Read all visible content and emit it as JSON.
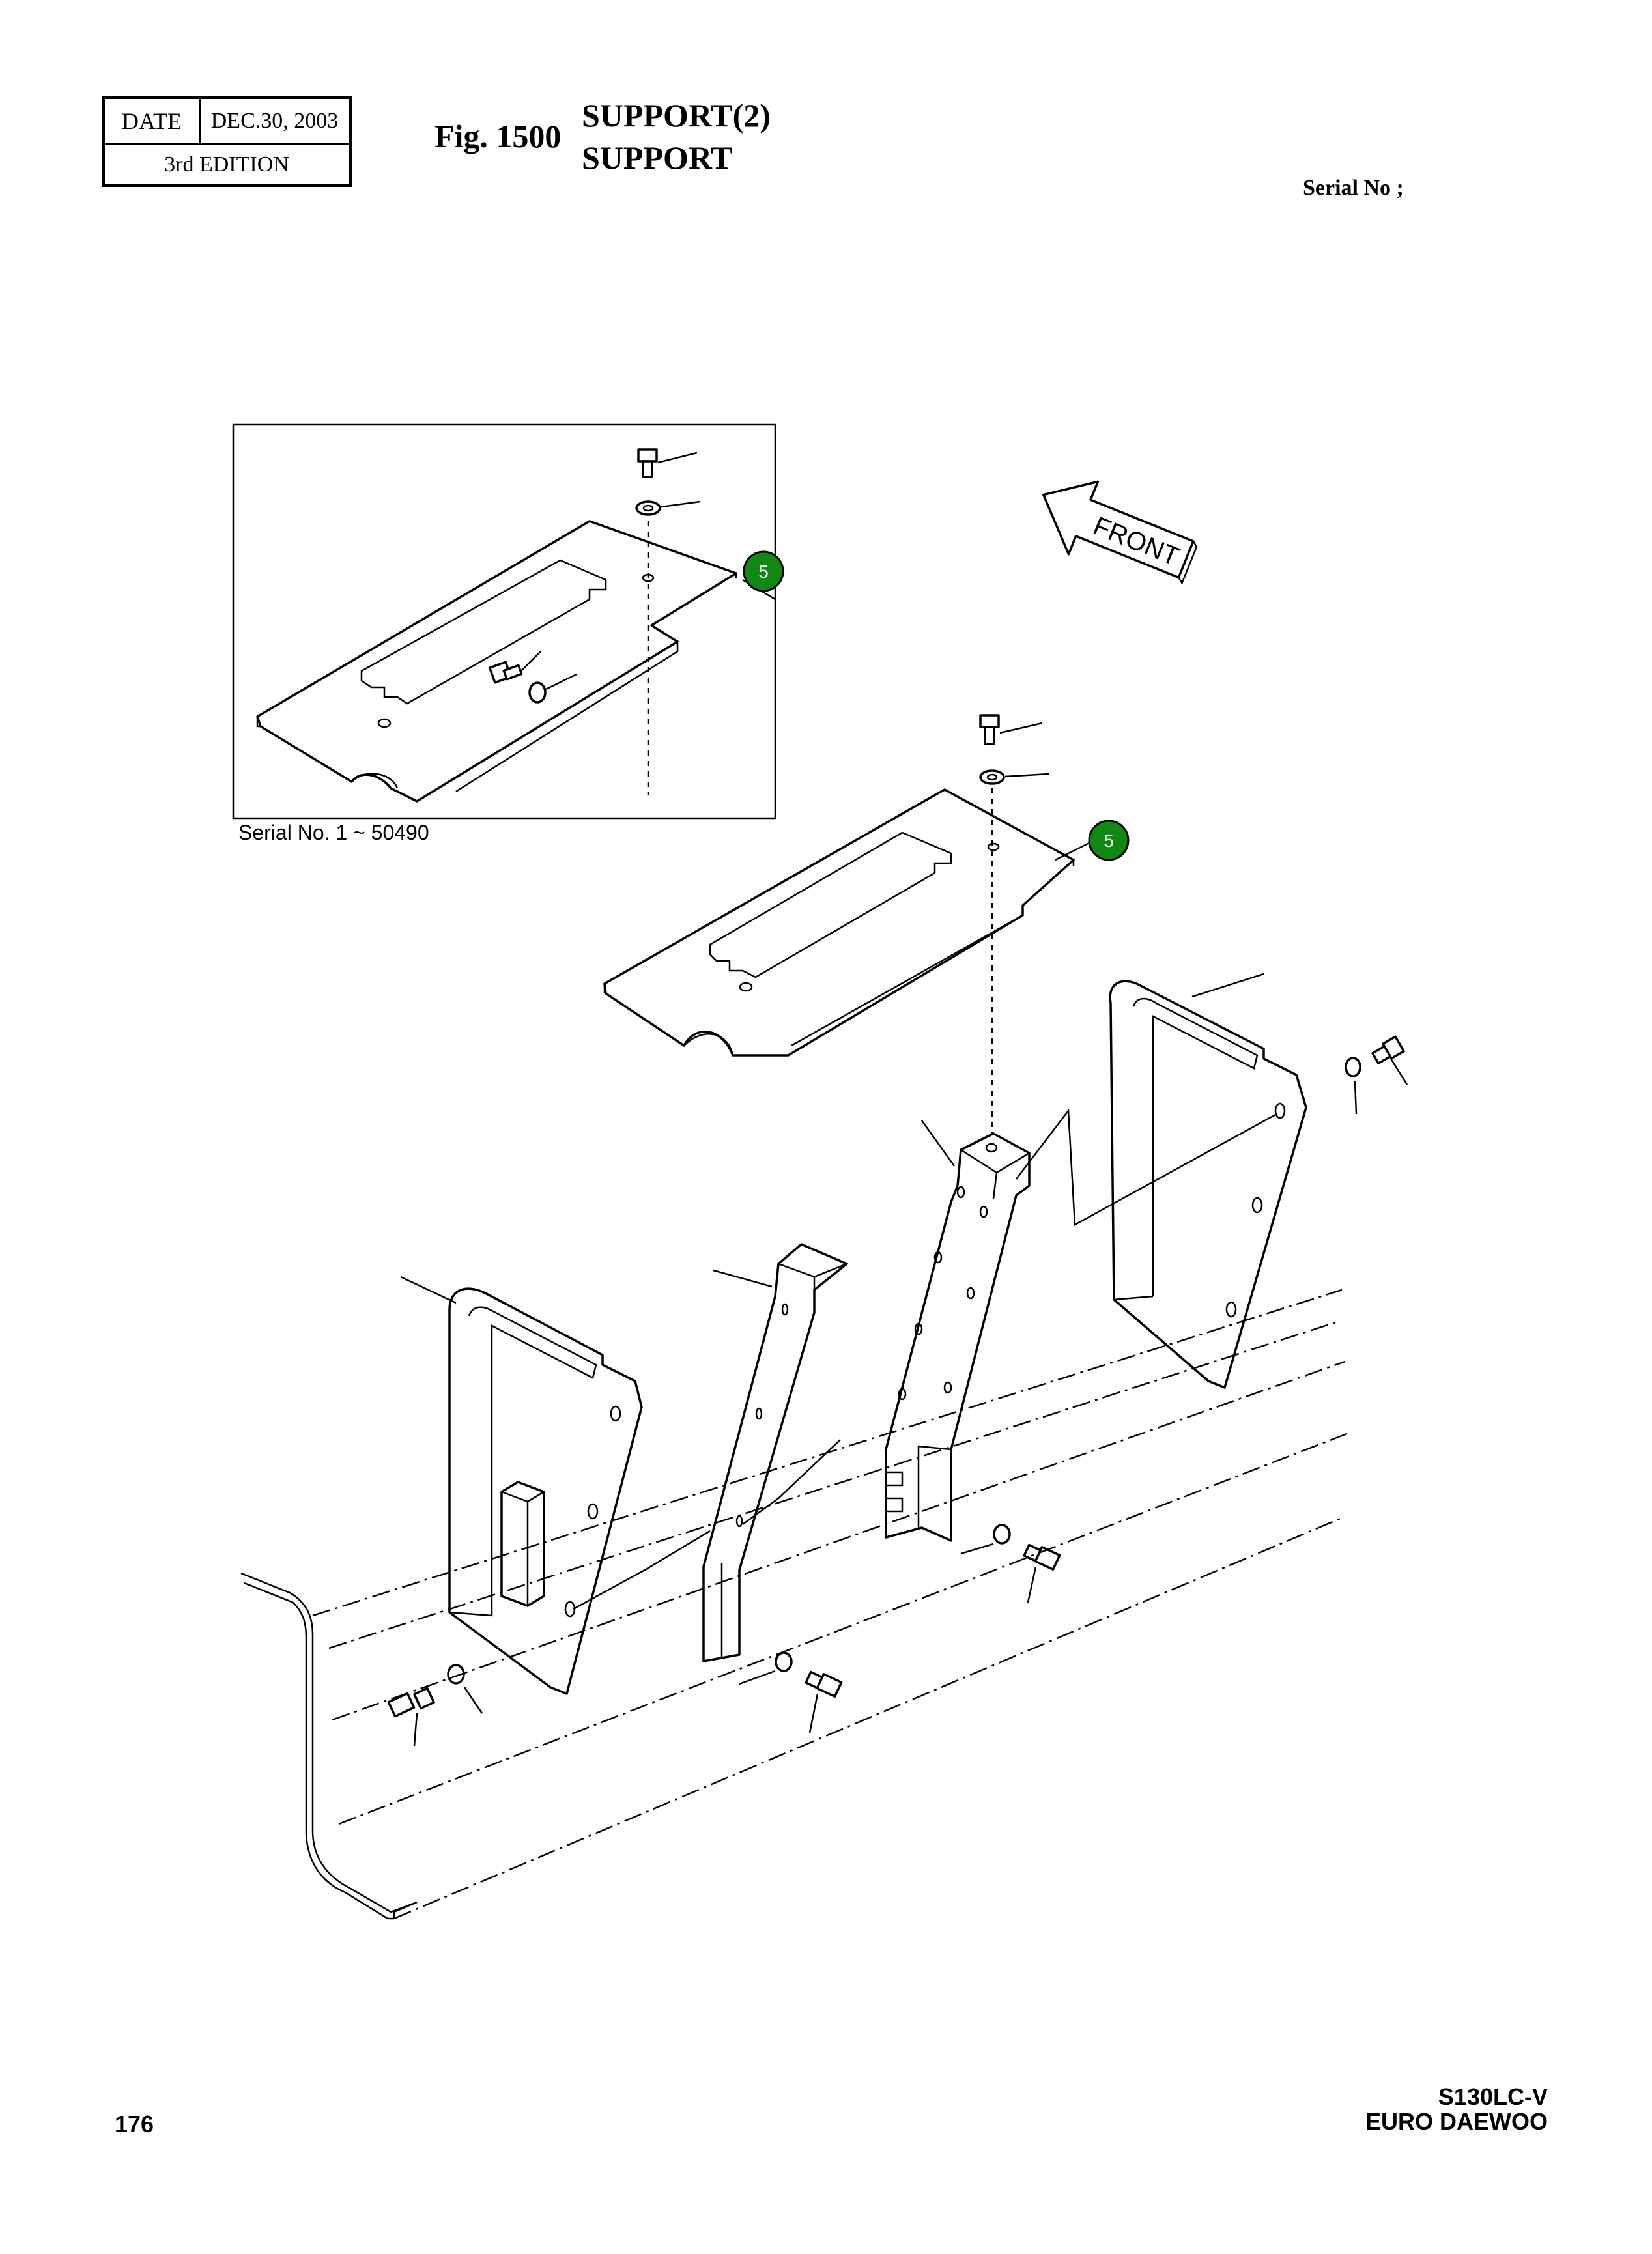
{
  "header": {
    "date_label": "DATE",
    "date_value": "DEC.30, 2003",
    "edition": "3rd  EDITION",
    "fig_label": "Fig. 1500",
    "title_line1": "SUPPORT(2)",
    "title_line2": "SUPPORT",
    "serial_label": "Serial No ;"
  },
  "drawing": {
    "inset_caption": "Serial No. 1 ~ 50490",
    "front_label": "FRONT",
    "callouts": [
      "5",
      "5"
    ],
    "callout_color": "#118811"
  },
  "footer": {
    "page_number": "176",
    "model": "S130LC-V",
    "maker": "EURO DAEWOO"
  }
}
